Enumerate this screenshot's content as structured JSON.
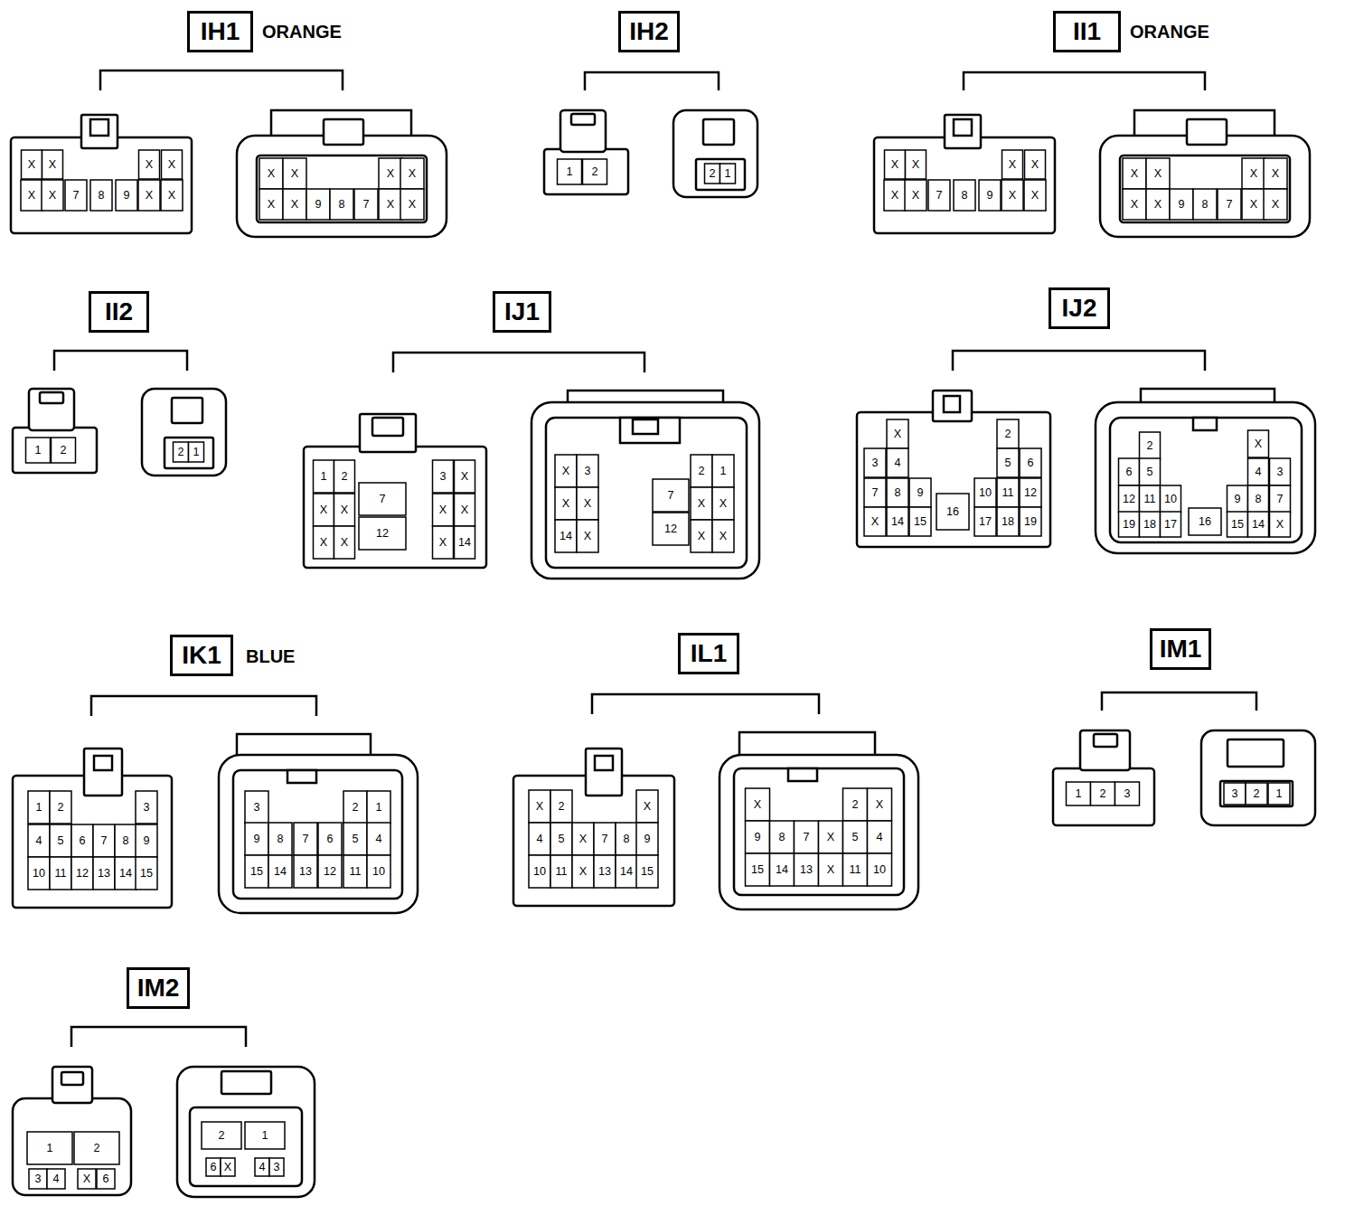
{
  "diagram": {
    "nodes": [
      {
        "text": [
          "IH1"
        ]
      },
      {
        "text": [
          "IH2"
        ]
      },
      {
        "text": [
          "II1"
        ]
      },
      {
        "text": [
          "II2"
        ]
      },
      {
        "text": [
          "IJ1"
        ]
      },
      {
        "text": [
          "IJ2"
        ]
      },
      {
        "text": [
          "IK1"
        ]
      },
      {
        "text": [
          "IL1"
        ]
      },
      {
        "text": [
          "IM1"
        ]
      },
      {
        "text": [
          "IM2"
        ]
      }
    ],
    "labels": [
      "ORANGE",
      "X",
      "X",
      "X",
      "X",
      "X",
      "X",
      "7",
      "8",
      "9",
      "X",
      "X",
      "X",
      "X",
      "X",
      "X",
      "X",
      "X",
      "9",
      "8",
      "7",
      "X",
      "X",
      "1",
      "2",
      "2",
      "1",
      "ORANGE",
      "X",
      "X",
      "X",
      "X",
      "X",
      "X",
      "7",
      "8",
      "9",
      "X",
      "X",
      "X",
      "X",
      "X",
      "X",
      "X",
      "X",
      "9",
      "8",
      "7",
      "X",
      "X",
      "1",
      "2",
      "2",
      "1",
      "1",
      "2",
      "7",
      "3",
      "X",
      "X",
      "X",
      "X",
      "X",
      "X",
      "X",
      "12",
      "X",
      "14",
      "X",
      "3",
      "2",
      "1",
      "X",
      "X",
      "7",
      "X",
      "X",
      "14",
      "X",
      "12",
      "X",
      "X",
      "X",
      "2",
      "3",
      "4",
      "5",
      "6",
      "7",
      "8",
      "9",
      "10",
      "11",
      "12",
      "X",
      "14",
      "15",
      "16",
      "17",
      "18",
      "19",
      "2",
      "X",
      "6",
      "5",
      "4",
      "3",
      "12",
      "11",
      "10",
      "9",
      "8",
      "7",
      "19",
      "18",
      "17",
      "16",
      "15",
      "14",
      "X",
      "BLUE",
      "1",
      "2",
      "3",
      "4",
      "5",
      "6",
      "7",
      "8",
      "9",
      "10",
      "11",
      "12",
      "13",
      "14",
      "15",
      "3",
      "2",
      "1",
      "9",
      "8",
      "7",
      "6",
      "5",
      "4",
      "15",
      "14",
      "13",
      "12",
      "11",
      "10",
      "X",
      "2",
      "X",
      "4",
      "5",
      "X",
      "7",
      "8",
      "9",
      "10",
      "11",
      "X",
      "13",
      "14",
      "15",
      "X",
      "2",
      "X",
      "9",
      "8",
      "7",
      "X",
      "5",
      "4",
      "15",
      "14",
      "13",
      "X",
      "11",
      "10",
      "1",
      "2",
      "3",
      "3",
      "2",
      "1",
      "1",
      "2",
      "3",
      "4",
      "X",
      "6",
      "2",
      "1",
      "6",
      "X",
      "4",
      "3"
    ]
  }
}
